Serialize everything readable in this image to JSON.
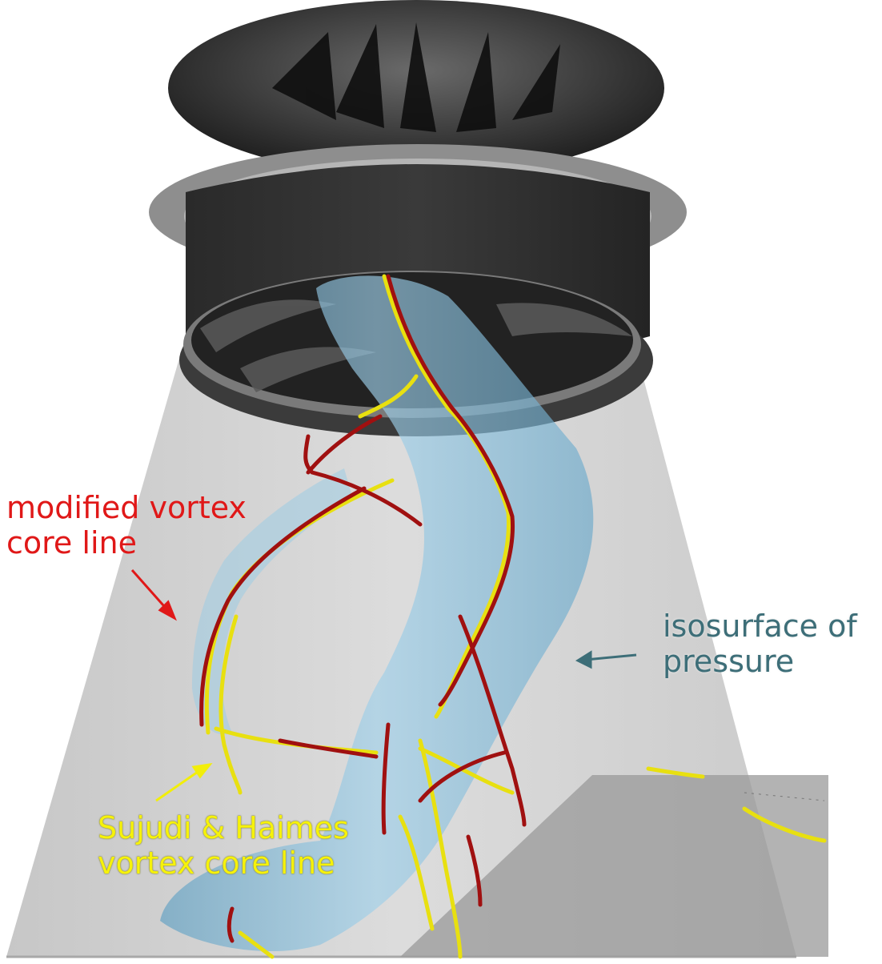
{
  "labels": {
    "modified_line1": "modified vortex",
    "modified_line2": "core line",
    "isosurface_line1": "isosurface of",
    "isosurface_line2": "pressure",
    "sujudi_line1": "Sujudi & Haimes",
    "sujudi_line2": "vortex core line"
  },
  "colors": {
    "modified_text": "#e01818",
    "isosurface_text": "#3d6e78",
    "sujudi_text": "#f6f20a",
    "modified_curve": "#a01010",
    "sujudi_curve": "#e8e010",
    "isosurface_fill": "#7ab6d6",
    "draft_tube": "#c8c8c8",
    "turbine": "#333333"
  }
}
